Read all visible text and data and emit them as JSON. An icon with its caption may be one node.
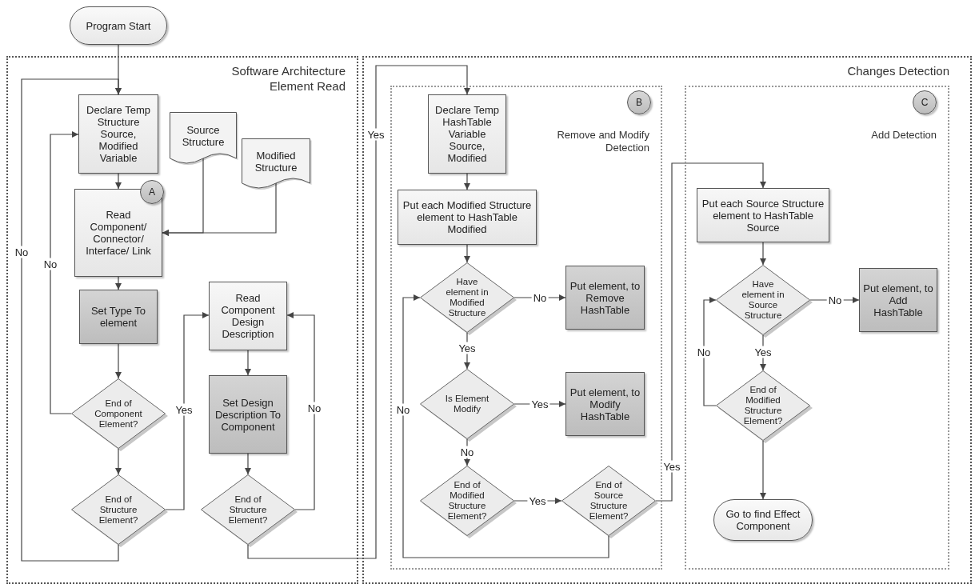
{
  "diagram": {
    "nodes": [
      {
        "text": [
          "Program Start"
        ]
      },
      {
        "text": [
          "Software Architecture Element Read"
        ]
      },
      {
        "text": [
          "Changes Detection"
        ]
      },
      {
        "text": [
          "Remove and Modify Detection"
        ],
        "in": 2
      },
      {
        "text": [
          "Add Detection"
        ],
        "in": 2
      },
      {
        "text": [
          "Declare Temp Structure Source, Modified Variable"
        ],
        "in": 1
      },
      {
        "text": [
          "Source Structure"
        ],
        "in": 1
      },
      {
        "text": [
          "Modified Structure"
        ],
        "in": 1
      },
      {
        "text": [
          "Read Component/ Connector/ Interface/ Link"
        ],
        "in": 1
      },
      {
        "text": [
          "A"
        ],
        "in": 1
      },
      {
        "text": [
          "Set Type To element"
        ],
        "in": 1
      },
      {
        "text": [
          "End of Component Element?"
        ],
        "in": 1
      },
      {
        "text": [
          "End of Structure Element?"
        ],
        "in": 1
      },
      {
        "text": [
          "Read Component Design Description"
        ],
        "in": 1
      },
      {
        "text": [
          "Set Design Description To Component"
        ],
        "in": 1
      },
      {
        "text": [
          "End of Structure Element?"
        ],
        "in": 1
      },
      {
        "text": [
          "B"
        ],
        "in": 3
      },
      {
        "text": [
          "Declare Temp HashTable Variable Source, Modified"
        ],
        "in": 3
      },
      {
        "text": [
          "Put each Modified Structure element to HashTable Modified"
        ],
        "in": 3
      },
      {
        "text": [
          "Have element in Modified Structure"
        ],
        "in": 3
      },
      {
        "text": [
          "Put element, to Remove HashTable"
        ],
        "in": 3
      },
      {
        "text": [
          "Is Element Modify"
        ],
        "in": 3
      },
      {
        "text": [
          "Put element, to Modify HashTable"
        ],
        "in": 3
      },
      {
        "text": [
          "End of Modified Structure Element?"
        ],
        "in": 3
      },
      {
        "text": [
          "End of Source Structure Element?"
        ],
        "in": 3
      },
      {
        "text": [
          "C"
        ],
        "in": 4
      },
      {
        "text": [
          "Put each Source Structure element to HashTable Source"
        ],
        "in": 4
      },
      {
        "text": [
          "Have element in Source Structure"
        ],
        "in": 4
      },
      {
        "text": [
          "Put element, to Add HashTable"
        ],
        "in": 4
      },
      {
        "text": [
          "End of Modified Structure Element?"
        ],
        "in": 4
      },
      {
        "text": [
          "Go to find Effect Component"
        ],
        "in": 4
      }
    ],
    "edges": [
      {
        "from": 0,
        "to": 5,
        "arrow": "to"
      },
      {
        "from": 5,
        "to": 8,
        "arrow": "to"
      },
      {
        "from": 6,
        "to": 8,
        "arrow": "to"
      },
      {
        "from": 7,
        "to": 8,
        "arrow": "to"
      },
      {
        "from": 8,
        "to": 10,
        "arrow": "to"
      },
      {
        "from": 10,
        "to": 11,
        "arrow": "to"
      },
      {
        "from": 11,
        "to": 5,
        "arrow": "to",
        "label": "No"
      },
      {
        "from": 11,
        "to": 12,
        "arrow": "to"
      },
      {
        "from": 12,
        "to": 13,
        "arrow": "to",
        "label": "Yes"
      },
      {
        "from": 12,
        "to": 5,
        "arrow": "to",
        "label": "No"
      },
      {
        "from": 13,
        "to": 14,
        "arrow": "to"
      },
      {
        "from": 14,
        "to": 15,
        "arrow": "to"
      },
      {
        "from": 15,
        "to": 13,
        "arrow": "to",
        "label": "No"
      },
      {
        "from": 15,
        "to": 17,
        "arrow": "to",
        "label": "Yes"
      },
      {
        "from": 17,
        "to": 18,
        "arrow": "to"
      },
      {
        "from": 18,
        "to": 19,
        "arrow": "to"
      },
      {
        "from": 19,
        "to": 20,
        "arrow": "to",
        "label": "No"
      },
      {
        "from": 19,
        "to": 21,
        "arrow": "to",
        "label": "Yes"
      },
      {
        "from": 21,
        "to": 22,
        "arrow": "to",
        "label": "Yes"
      },
      {
        "from": 21,
        "to": 23,
        "arrow": "to",
        "label": "No"
      },
      {
        "from": 23,
        "to": 24,
        "arrow": "to",
        "label": "Yes"
      },
      {
        "from": 24,
        "to": 19,
        "arrow": "to",
        "label": "No"
      },
      {
        "from": 24,
        "to": 26,
        "arrow": "to",
        "label": "Yes"
      },
      {
        "from": 26,
        "to": 27,
        "arrow": "to"
      },
      {
        "from": 27,
        "to": 28,
        "arrow": "to",
        "label": "No"
      },
      {
        "from": 27,
        "to": 29,
        "arrow": "to",
        "label": "Yes"
      },
      {
        "from": 29,
        "to": 27,
        "arrow": "to",
        "label": "No"
      },
      {
        "from": 29,
        "to": 30,
        "arrow": "to"
      }
    ]
  }
}
